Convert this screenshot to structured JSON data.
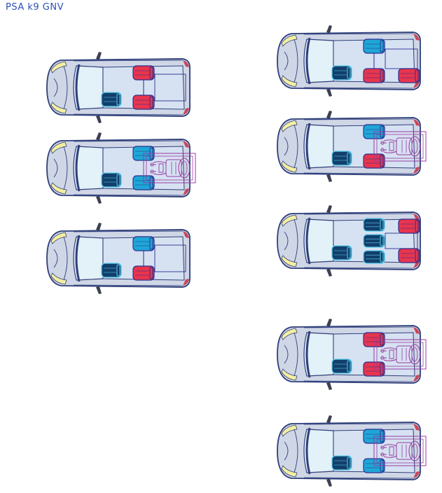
{
  "page": {
    "title": "PSA k9 GNV"
  },
  "colors": {
    "body": "#cfd6e6",
    "body_stroke": "#2f3f7a",
    "glass": "#e3f1f8",
    "interior": "#d6e2f2",
    "headlight": "#f4eea0",
    "taillight": "#c8485a",
    "mirror": "#3b4150",
    "seat_red": "#e8354e",
    "seat_blue": "#1ea7d6",
    "seat_driver": "#123f6b",
    "seat_stroke": "#2b2f8f",
    "wheelchair": "#9b3aa2"
  },
  "configurations": [
    {
      "id": "left-1",
      "column": "left",
      "row2": [
        "red",
        "red"
      ],
      "row3": [],
      "wheelchair": false
    },
    {
      "id": "left-2",
      "column": "left",
      "row2": [
        "blue",
        "blue"
      ],
      "row3": [],
      "wheelchair": true
    },
    {
      "id": "left-3",
      "column": "left",
      "row2": [
        "blue",
        "red"
      ],
      "row3": [],
      "wheelchair": false
    },
    {
      "id": "right-1",
      "column": "right",
      "row2": [
        "blue",
        "red"
      ],
      "row3": [
        "red"
      ],
      "wheelchair": false
    },
    {
      "id": "right-2",
      "column": "right",
      "row2": [
        "blue",
        "red"
      ],
      "row3": [],
      "wheelchair": true
    },
    {
      "id": "right-3",
      "column": "right",
      "row2": [
        "driverblue",
        "driverblue",
        "driverblue"
      ],
      "row3": [
        "red",
        "red"
      ],
      "wheelchair": false
    },
    {
      "id": "right-4",
      "column": "right",
      "row2": [
        "red",
        "red"
      ],
      "row3": [],
      "wheelchair": true
    },
    {
      "id": "right-5",
      "column": "right",
      "row2": [
        "blue",
        "blue"
      ],
      "row3": [],
      "wheelchair": true
    }
  ]
}
